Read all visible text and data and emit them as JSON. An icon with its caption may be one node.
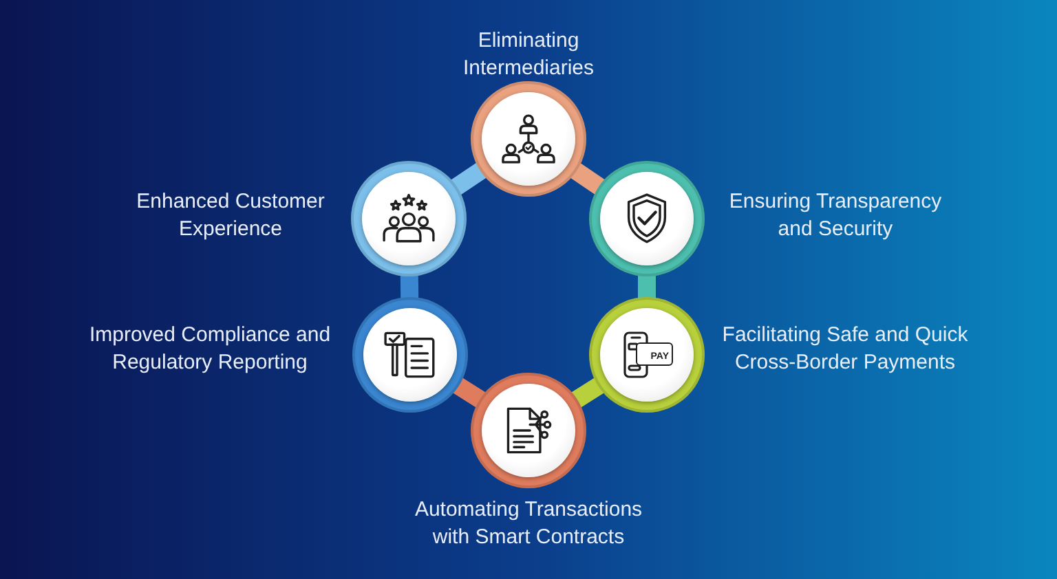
{
  "diagram": {
    "nodes": [
      {
        "text": [
          "Eliminating Intermediaries"
        ]
      },
      {
        "text": [
          "Enhanced Customer Experience"
        ]
      },
      {
        "text": [
          "Ensuring Transparency and Security"
        ]
      },
      {
        "text": [
          "Improved Compliance and Regulatory Reporting"
        ]
      },
      {
        "text": [
          "Facilitating Safe and Quick Cross-Border Payments"
        ]
      },
      {
        "text": [
          "Automating Transactions with Smart Contracts"
        ]
      }
    ],
    "edges": [
      {
        "from": 0,
        "to": 2,
        "arrow": "none",
        "color": "#e9a17f"
      },
      {
        "from": 2,
        "to": 4,
        "arrow": "none",
        "color": "#4dbfae"
      },
      {
        "from": 4,
        "to": 5,
        "arrow": "none",
        "color": "#b7d03b"
      },
      {
        "from": 5,
        "to": 3,
        "arrow": "none",
        "color": "#df7c5d"
      },
      {
        "from": 3,
        "to": 1,
        "arrow": "none",
        "color": "#3a86d0"
      },
      {
        "from": 1,
        "to": 0,
        "arrow": "none",
        "color": "#7cbfea"
      }
    ],
    "labels": [
      "PAY"
    ]
  }
}
